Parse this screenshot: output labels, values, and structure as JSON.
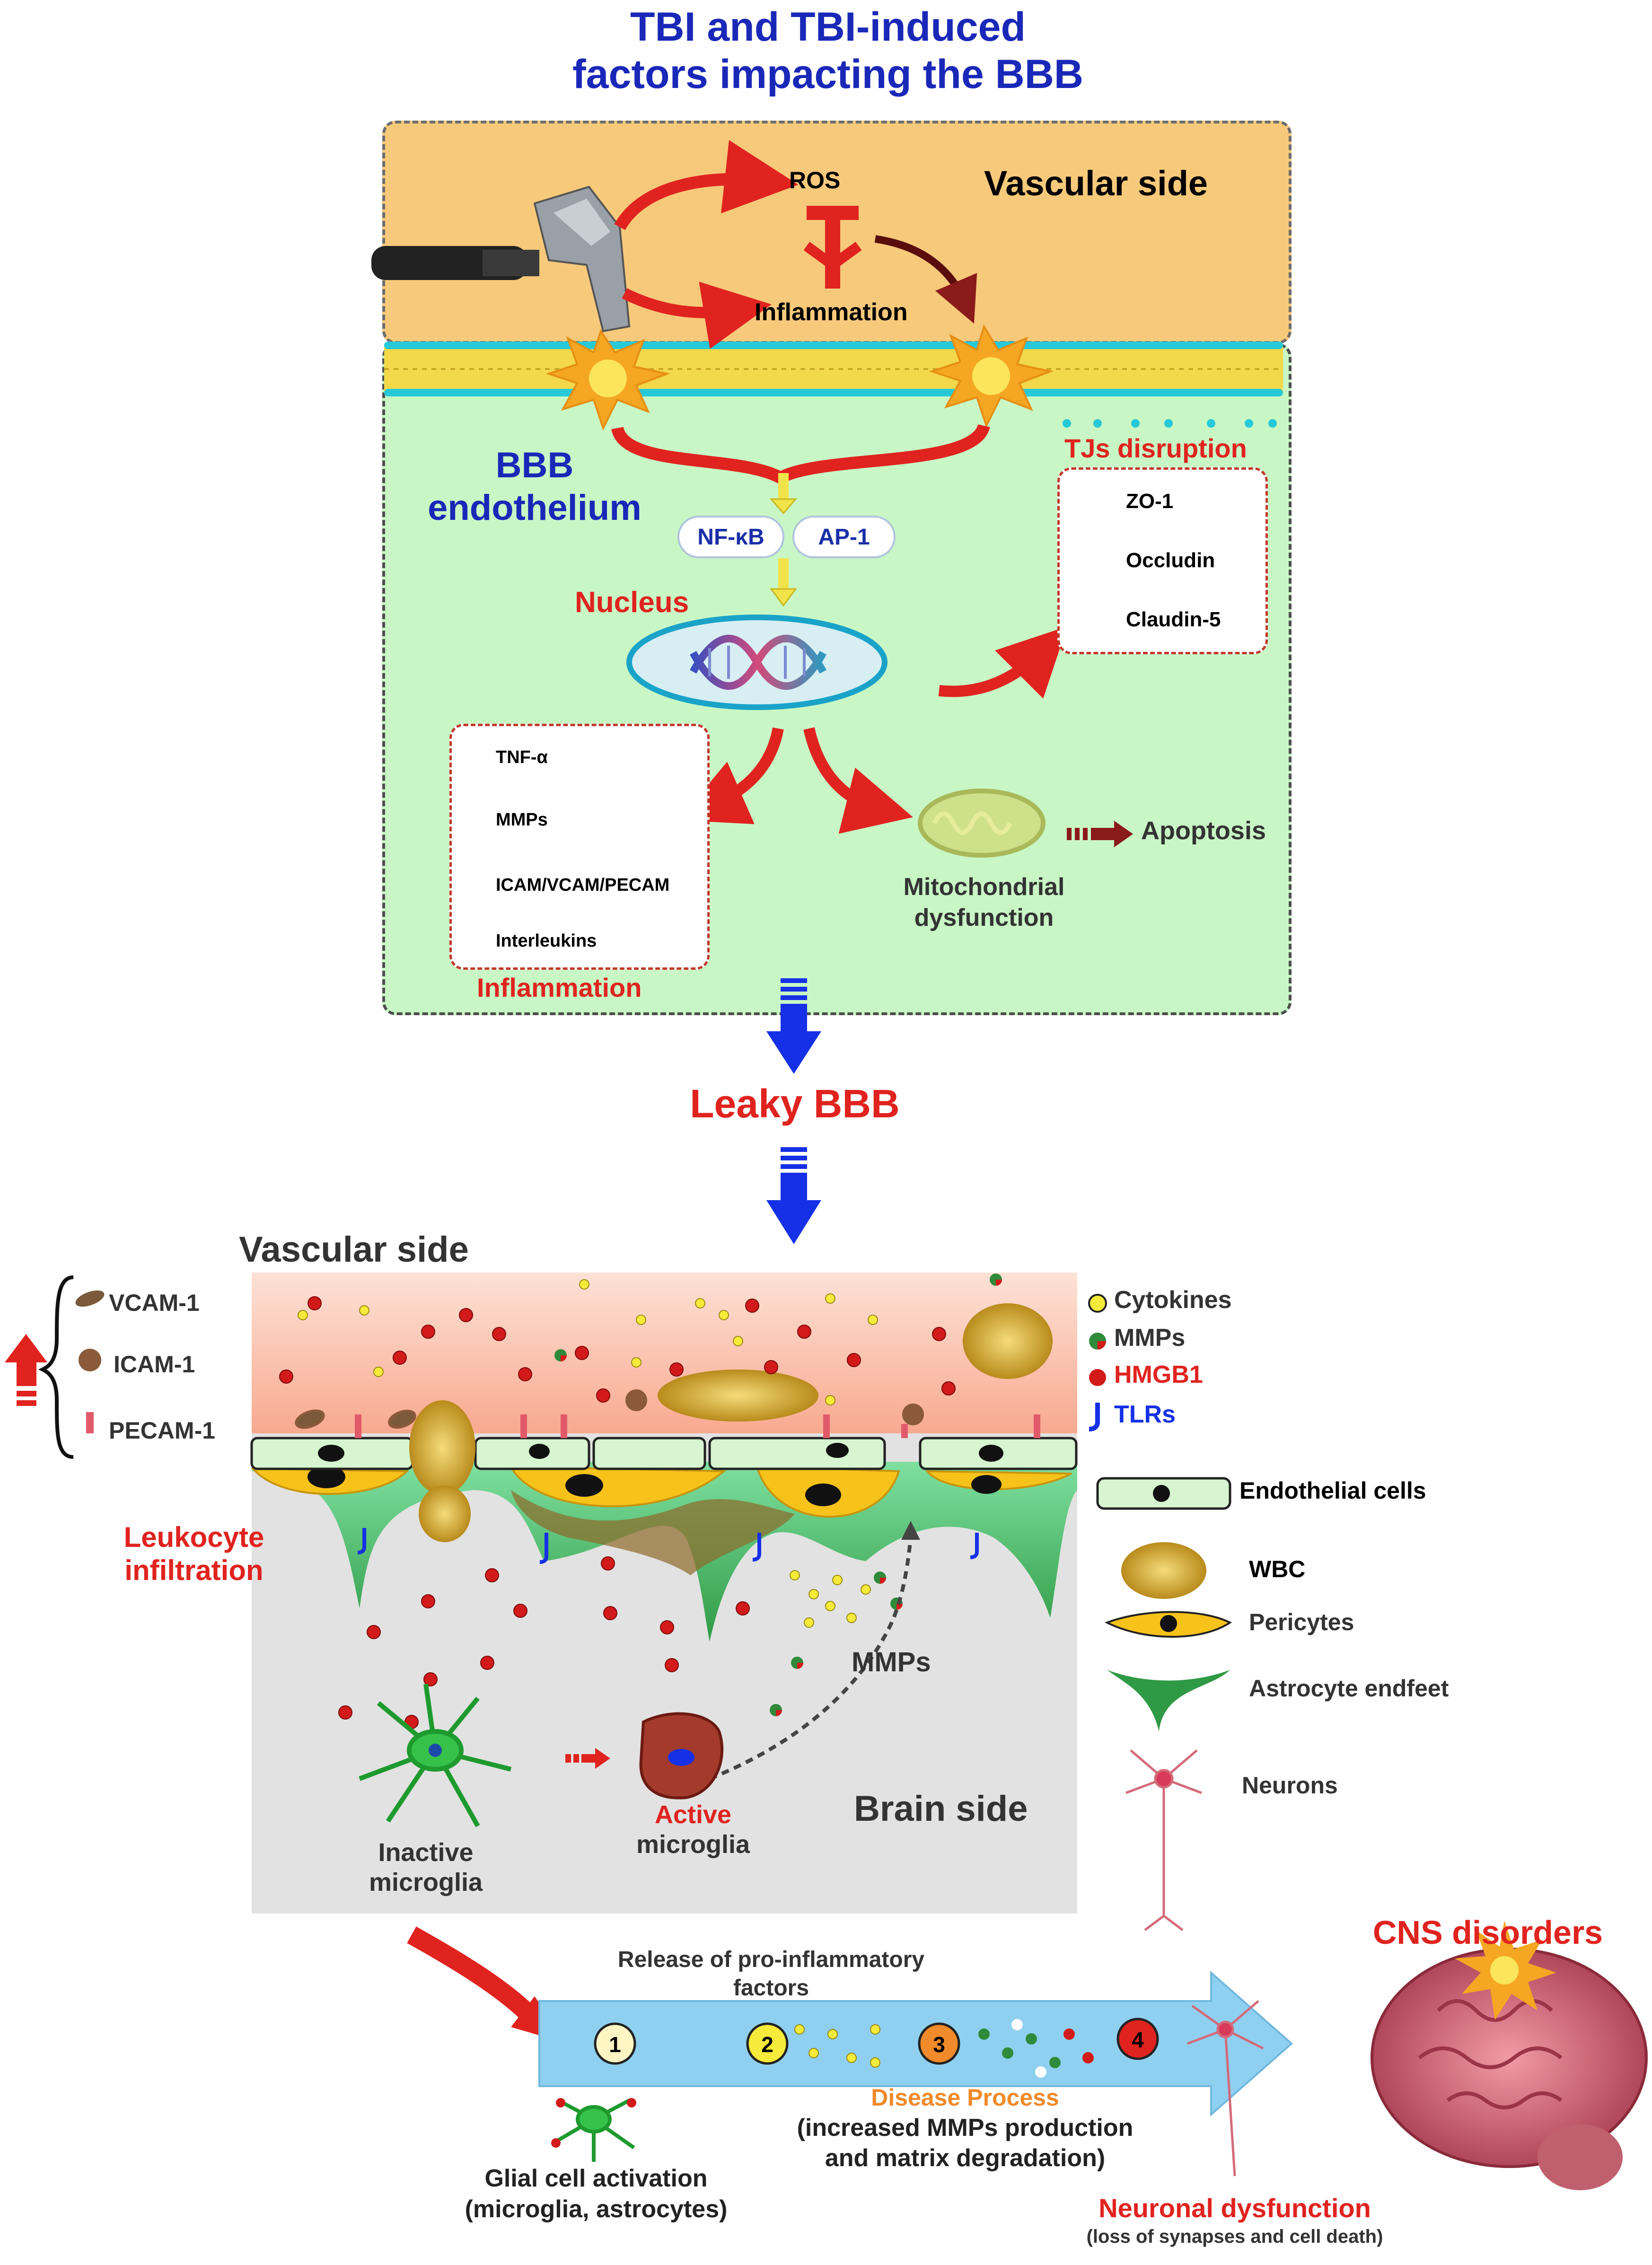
{
  "title": {
    "line1": "TBI and TBI-induced",
    "line2": "factors impacting the BBB"
  },
  "top": {
    "vascular_side": "Vascular side",
    "ros": "ROS",
    "inflammation": "Inflammation",
    "bbb_endothelium": {
      "line1": "BBB",
      "line2": "endothelium"
    },
    "nfkb": "NF-κB",
    "ap1": "AP-1",
    "nucleus": "Nucleus",
    "tj_disruption": "TJs disruption",
    "tj_items": [
      "ZO-1",
      "Occludin",
      "Claudin-5"
    ],
    "inflammation_items": [
      "TNF-α",
      "MMPs",
      "ICAM/VCAM/PECAM",
      "Interleukins"
    ],
    "inflammation_box_label": "Inflammation",
    "mito": {
      "line1": "Mitochondrial",
      "line2": "dysfunction"
    },
    "apoptosis": "Apoptosis"
  },
  "leaky": "Leaky BBB",
  "bottom": {
    "vascular_side": "Vascular side",
    "brain_side": "Brain side",
    "molecules": [
      "VCAM-1",
      "ICAM-1",
      "PECAM-1"
    ],
    "leukocyte": {
      "line1": "Leukocyte",
      "line2": "infiltration"
    },
    "mmps": "MMPs",
    "inactive": {
      "line1": "Inactive",
      "line2": "microglia"
    },
    "active": {
      "line1": "Active",
      "line2": "microglia"
    }
  },
  "legend": {
    "cytokines": "Cytokines",
    "mmps": "MMPs",
    "hmgb1": "HMGB1",
    "tlrs": "TLRs",
    "endothelial": "Endothelial cells",
    "wbc": "WBC",
    "pericytes": "Pericytes",
    "astro": "Astrocyte endfeet",
    "neurons": "Neurons"
  },
  "process": {
    "release": {
      "line1": "Release of pro-inflammatory",
      "line2": "factors"
    },
    "steps": [
      "1",
      "2",
      "3",
      "4"
    ],
    "disease": "Disease Process",
    "disease_desc": {
      "line1": "(increased MMPs production",
      "line2": "and matrix degradation)"
    },
    "glial": {
      "line1": "Glial cell activation",
      "line2": "(microglia, astrocytes)"
    },
    "neuronal": "Neuronal dysfunction",
    "neuronal_desc": "(loss of synapses and cell death)",
    "cns": "CNS disorders"
  },
  "colors": {
    "title_blue": "#1a28b8",
    "red": "#e0231f",
    "vascular_fill": "#f7c97a",
    "endo_fill": "#c8f7c5",
    "arrow_blue": "#1530e6",
    "band_blue": "#8fd0f0"
  }
}
